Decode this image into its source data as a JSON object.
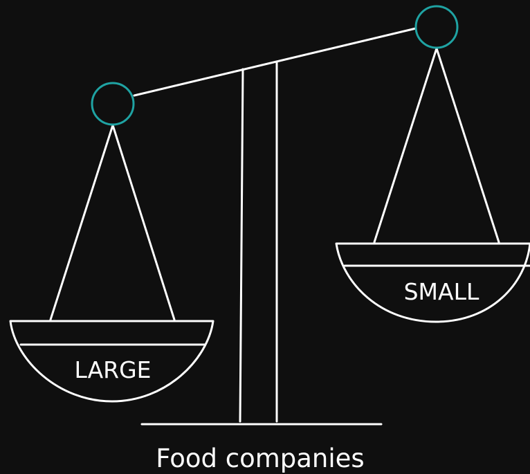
{
  "colors": {
    "background": "#0f0f0f",
    "line": "#ffffff",
    "pivot": "#1fa3a3",
    "text": "#ffffff"
  },
  "scale": {
    "left_pan_label": "LARGE",
    "right_pan_label": "SMALL",
    "caption": "Food companies"
  }
}
